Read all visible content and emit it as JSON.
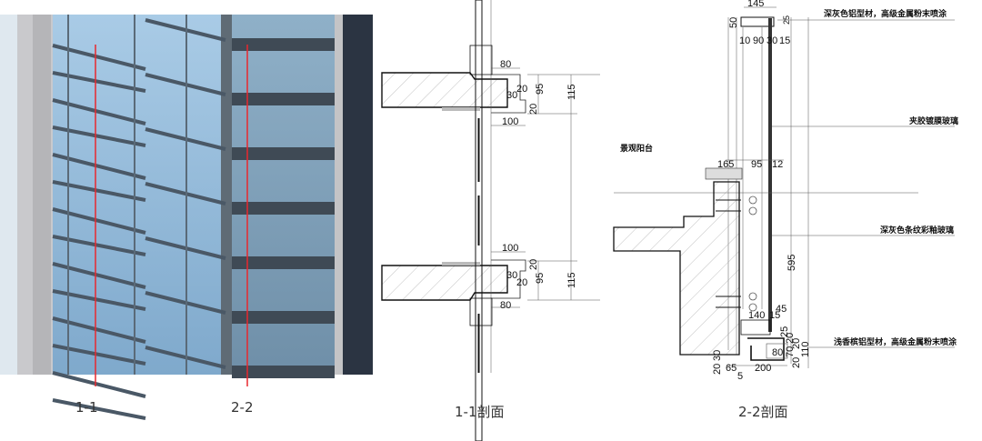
{
  "photo": {
    "section_marks": [
      "1-1",
      "2-2"
    ],
    "marker_color": "#e8282e"
  },
  "section_1_1": {
    "caption": "1-1剖面",
    "upper_dims": [
      "80",
      "20",
      "95",
      "30",
      "20",
      "100",
      "115"
    ],
    "lower_dims": [
      "100",
      "20",
      "30",
      "20",
      "95",
      "115",
      "80"
    ]
  },
  "section_2_2": {
    "caption": "2-2剖面",
    "top_dims": [
      "145",
      "50",
      "25",
      "10",
      "90",
      "30",
      "15"
    ],
    "mid_dims": [
      "165",
      "95",
      "12"
    ],
    "height_dim": "595",
    "bottom_dims": [
      "45",
      "140",
      "15",
      "25",
      "20",
      "20",
      "110",
      "80",
      "70",
      "20",
      "30",
      "20",
      "65",
      "200",
      "5"
    ],
    "labels": {
      "top_profile": "深灰色铝型材，高级金属粉末喷涂",
      "laminated_glass": "夹胶镀膜玻璃",
      "balcony": "景观阳台",
      "fritted_glass": "深灰色条纹彩釉玻璃",
      "bottom_profile": "浅香槟铝型材，高级金属粉末喷涂"
    }
  }
}
